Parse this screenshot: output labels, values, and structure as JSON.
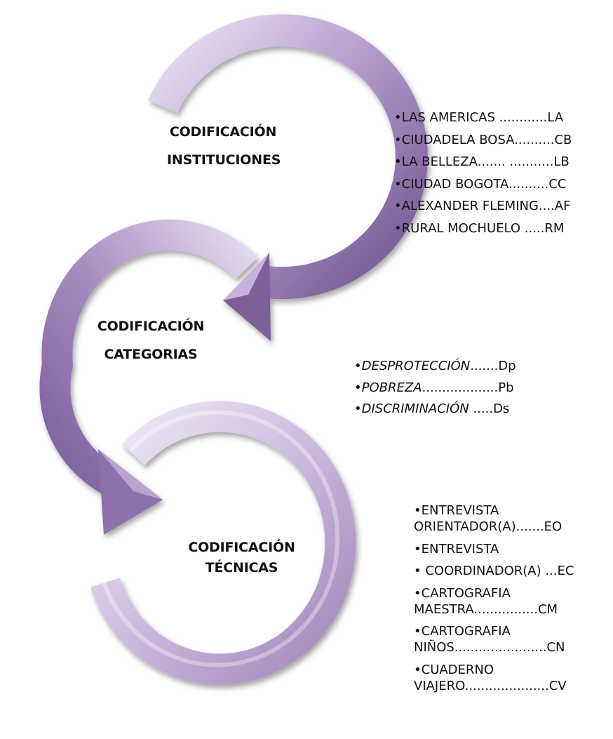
{
  "stages": [
    {
      "title_line1": "CODIFICACIÓN",
      "title_line2": "INSTITUCIONES",
      "items": [
        {
          "label": "LAS AMERICAS  ............LA"
        },
        {
          "label": "CIUDADELA BOSA..........CB"
        },
        {
          "label": "LA BELLEZA....... ...........LB"
        },
        {
          "label": "CIUDAD BOGOTA..........CC"
        },
        {
          "label": "ALEXANDER FLEMING....AF"
        },
        {
          "label": "RURAL MOCHUELO .....RM"
        }
      ]
    },
    {
      "title_line1": "CODIFICACIÓN",
      "title_line2": "CATEGORIAS",
      "items": [
        {
          "term": "DESPROTECCIÓN",
          "code": ".......Dp"
        },
        {
          "term": "POBREZA",
          "code": "...................Pb"
        },
        {
          "term": "DISCRIMINACIÓN",
          "code": " .....Ds"
        }
      ]
    },
    {
      "title_line1": "CODIFICACIÓN",
      "title_line2": "TÉCNICAS",
      "items": [
        {
          "label": "ENTREVISTA ORIENTADOR(A).......EO"
        },
        {
          "label": "ENTREVISTA"
        },
        {
          "label": " COORDINADOR(A) ...EC"
        },
        {
          "label": "CARTOGRAFIA MAESTRA................CM"
        },
        {
          "label": "CARTOGRAFIA NIÑOS.......................CN"
        },
        {
          "label": "CUADERNO VIAJERO.....................CV"
        }
      ]
    }
  ],
  "colors": {
    "arrow_dark": "#7a5f9a",
    "arrow_mid": "#b49ccb",
    "arrow_light": "#e9dff2",
    "ring_mid": "#c6b2d8",
    "ring_light": "#ece4f4"
  }
}
